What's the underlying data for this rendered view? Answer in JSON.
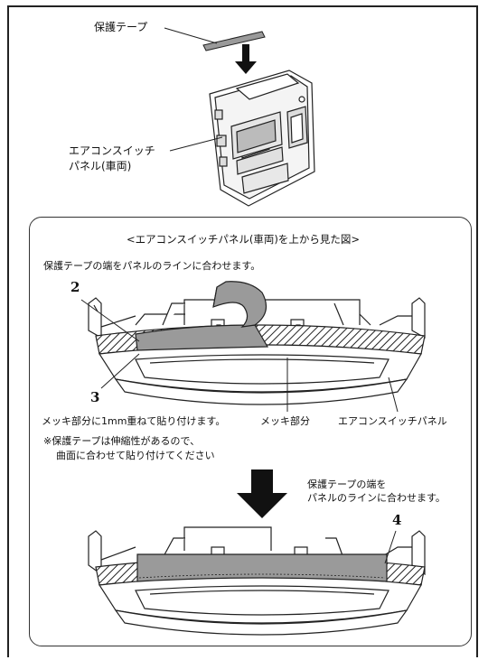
{
  "labels": {
    "protective_tape": "保護テープ",
    "ac_switch_panel_vehicle_line1": "エアコンスイッチ",
    "ac_switch_panel_vehicle_line2": "パネル(車両)",
    "top_view_title": "<エアコンスイッチパネル(車両)を上から見た図>",
    "instruction_align": "保護テープの端をパネルのラインに合わせます。",
    "instruction_overlap": "メッキ部分に1mm重ねて貼り付けます。",
    "note_line1": "※保護テープは伸縮性があるので、",
    "note_line2": "曲面に合わせて貼り付けてください",
    "plating_part": "メッキ部分",
    "ac_switch_panel": "エアコンスイッチパネル",
    "align_note_line1": "保護テープの端を",
    "align_note_line2": "パネルのラインに合わせます。"
  },
  "callouts": {
    "n2": "2",
    "n3": "3",
    "n4": "4"
  },
  "colors": {
    "line": "#222222",
    "tape_fill": "#9a9a9a",
    "arrow": "#111111"
  }
}
